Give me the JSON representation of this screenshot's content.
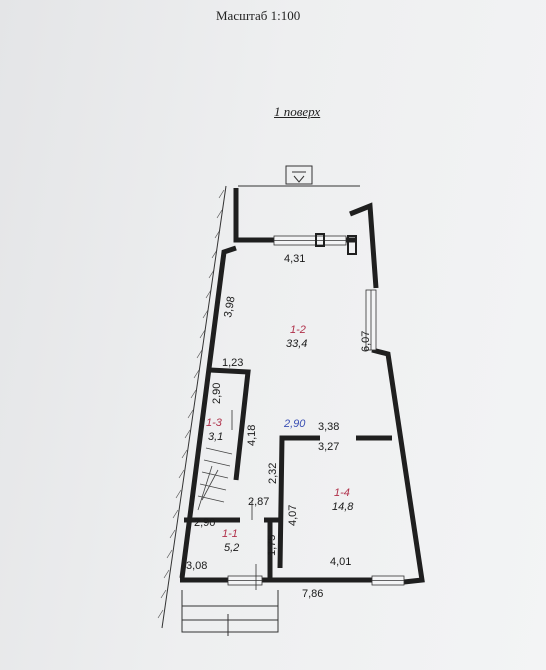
{
  "header": {
    "scale_label": "Масштаб 1:100",
    "floor_label": "1 поверх"
  },
  "rooms": [
    {
      "id": "1-1",
      "area": "5,2"
    },
    {
      "id": "1-2",
      "area": "33,4"
    },
    {
      "id": "1-3",
      "area": "3,1"
    },
    {
      "id": "1-4",
      "area": "14,8"
    }
  ],
  "dimensions": {
    "d431": "4,31",
    "d398": "3,98",
    "d607": "6,07",
    "d123": "1,23",
    "d290a": "2,90",
    "d418": "4,18",
    "d338": "3,38",
    "d327": "3,27",
    "d232": "2,32",
    "d287": "2,87",
    "d407": "4,07",
    "d290b": "2,90",
    "d175": "1,75",
    "d308": "3,08",
    "d401": "4,01",
    "d786": "7,86"
  },
  "annotations": {
    "blue_note": "2,90"
  },
  "colors": {
    "wall": "#1f1f1f",
    "room_id": "#b0304a",
    "note": "#3a4fb3"
  }
}
